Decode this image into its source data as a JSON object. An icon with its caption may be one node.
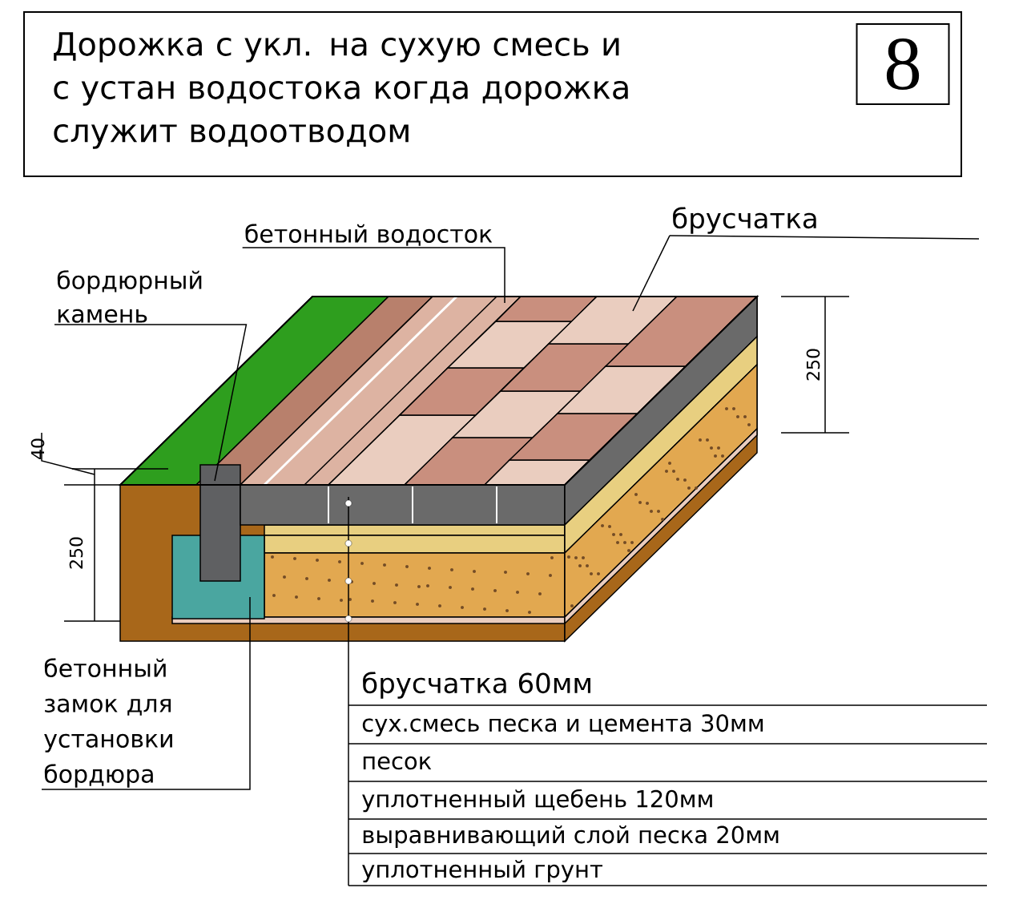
{
  "diagram": {
    "title": "Дорожка с укл. на сухую смесь и с устан водостока когда дорожка служит водоотводом",
    "nodes": [
      {
        "text": [
          "8"
        ]
      },
      {
        "text": [
          "бетонный водосток"
        ]
      },
      {
        "text": [
          "брусчатка"
        ]
      },
      {
        "text": [
          "бордюрный камень"
        ]
      },
      {
        "text": [
          "бетонный замок для установки бордюра"
        ]
      }
    ],
    "edges": [
      {
        "from": 1,
        "to": null,
        "arrow": "none"
      },
      {
        "from": 2,
        "to": null,
        "arrow": "none"
      },
      {
        "from": 3,
        "to": null,
        "arrow": "none"
      },
      {
        "from": 4,
        "to": null,
        "arrow": "none"
      }
    ],
    "labels": [
      "250",
      "40",
      "250",
      "брусчатка 60мм",
      "сух.смесь песка и цемента 30мм",
      "песок",
      "уплотненный щебень 120мм",
      "выравнивающий слой песка 20мм",
      "уплотненный грунт"
    ]
  }
}
